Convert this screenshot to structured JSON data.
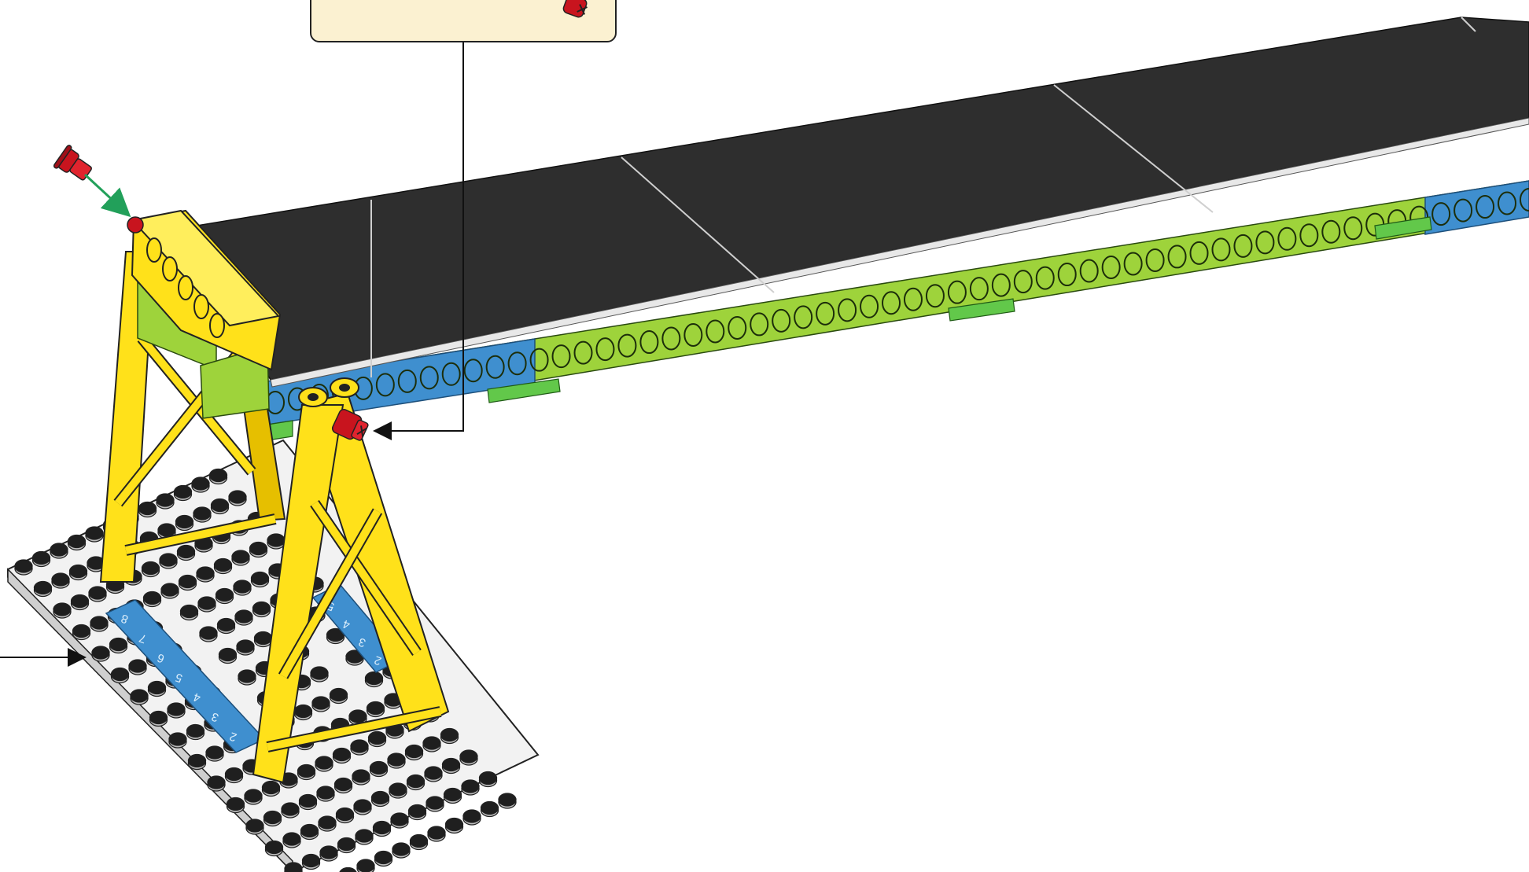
{
  "diagram": {
    "kind": "building-instruction-step",
    "colors": {
      "deck": "#2e2e2e",
      "deck_seam": "#cfcfcf",
      "beam_green": "#9ed33b",
      "beam_blue": "#3f8fcf",
      "plate_green": "#62c84a",
      "tower_yellow": "#ffe11a",
      "tower_shade": "#e6bf00",
      "peg_red": "#c8141e",
      "baseplate": "#f2f2f2",
      "baseplate_tiles": "#3f8fcf",
      "callout_bg": "#fbf1d1",
      "insert_arrow": "#22a05a",
      "leader_line": "#111111"
    },
    "icons": {
      "peg": "red-connector-peg-icon",
      "insert_arrow": "green-insert-arrow-icon",
      "callout_arrow": "callout-pointer-arrow-icon",
      "baseplate_arrow": "baseplate-pointer-arrow-icon"
    },
    "baseplate_tile_numbers_left": [
      "8",
      "7",
      "6",
      "5",
      "4",
      "3",
      "2"
    ],
    "baseplate_tile_numbers_right": [
      "5",
      "4",
      "3",
      "2"
    ]
  }
}
